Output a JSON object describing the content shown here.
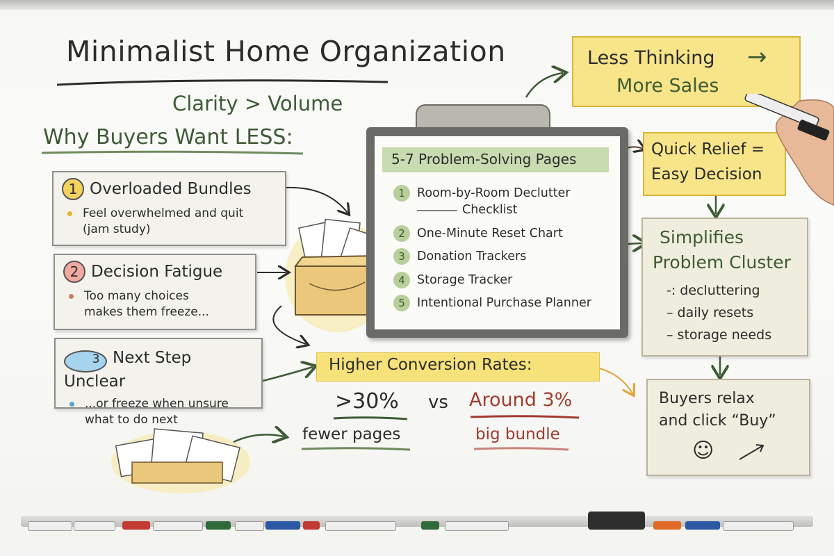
{
  "title": "Minimalist Home Organization",
  "subtitle": "Clarity > Volume",
  "why_heading": "Why Buyers Want LESS:",
  "problems": [
    {
      "num": "1",
      "heading": "Overloaded Bundles",
      "body_line1": "Feel overwhelmed and quit",
      "body_line2": "(jam study)"
    },
    {
      "num": "2",
      "heading": "Decision Fatigue",
      "body_line1": "Too many choices",
      "body_line2": "makes them freeze..."
    },
    {
      "num": "3",
      "heading": "Next Step Unclear",
      "body_line1": "...or freeze when unsure",
      "body_line2": "what to do next"
    }
  ],
  "clipboard": {
    "heading": "5-7 Problem-Solving Pages",
    "items": [
      {
        "num": "1",
        "line1": "Room-by-Room Declutter",
        "line2": "Checklist"
      },
      {
        "num": "2",
        "line1": "One-Minute Reset Chart"
      },
      {
        "num": "3",
        "line1": "Donation Trackers"
      },
      {
        "num": "4",
        "line1": "Storage Tracker"
      },
      {
        "num": "5",
        "line1": "Intentional Purchase Planner"
      }
    ]
  },
  "less_thinking": {
    "line1": "Less Thinking",
    "line2": "More Sales"
  },
  "quick_relief": {
    "line1": "Quick Relief =",
    "line2": "Easy Decision"
  },
  "simplifies": {
    "line1": "Simplifies",
    "line2": "Problem Cluster",
    "items": [
      "decluttering",
      "daily resets",
      "storage needs"
    ]
  },
  "buyers_relax": {
    "line1": "Buyers relax",
    "line2": "and click “Buy”"
  },
  "conversion": {
    "heading": "Higher Conversion Rates:",
    "left_value": ">30%",
    "vs": "vs",
    "right_value": "Around 3%",
    "left_label": "fewer pages",
    "right_label": "big bundle"
  },
  "colors": {
    "ink": "#2b2d2b",
    "green": "#3e5b35",
    "red": "#a13b30",
    "yellow_highlight": "#f7e17a",
    "green_highlight": "#c9dbb0"
  }
}
